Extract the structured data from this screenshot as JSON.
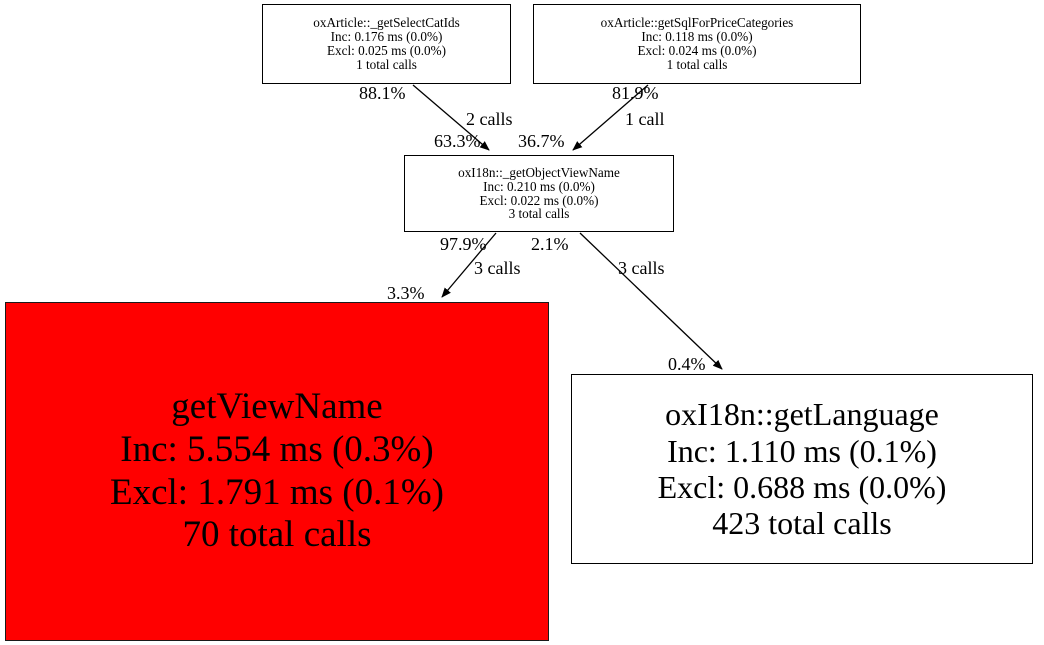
{
  "graph": {
    "type": "call-graph",
    "title": "profiler call graph",
    "background": "#ffffff",
    "highlight_color": "#ff0000",
    "node_border_color": "#000000",
    "edge_color": "#000000"
  },
  "nodes": {
    "getselectcatids": {
      "name": "oxArticle::_getSelectCatIds",
      "inclusive": "Inc: 0.176 ms (0.0%)",
      "exclusive": "Excl: 0.025 ms (0.0%)",
      "calls": "1 total calls",
      "fill": "#ffffff"
    },
    "getsqlforpricecategories": {
      "name": "oxArticle::getSqlForPriceCategories",
      "inclusive": "Inc: 0.118 ms (0.0%)",
      "exclusive": "Excl: 0.024 ms (0.0%)",
      "calls": "1 total calls",
      "fill": "#ffffff"
    },
    "getobjectviewname": {
      "name": "oxI18n::_getObjectViewName",
      "inclusive": "Inc: 0.210 ms (0.0%)",
      "exclusive": "Excl: 0.022 ms (0.0%)",
      "calls": "3 total calls",
      "fill": "#ffffff"
    },
    "getviewname": {
      "name": "getViewName",
      "inclusive": "Inc: 5.554 ms (0.3%)",
      "exclusive": "Excl: 1.791 ms (0.1%)",
      "calls": "70 total calls",
      "fill": "#ff0000"
    },
    "getlanguage": {
      "name": "oxI18n::getLanguage",
      "inclusive": "Inc: 1.110 ms (0.1%)",
      "exclusive": "Excl: 0.688 ms (0.0%)",
      "calls": "423 total calls",
      "fill": "#ffffff"
    }
  },
  "edge_labels": {
    "src_pct_left": "88.1%",
    "src_pct_right": "81.9%",
    "calls_left_top": "2 calls",
    "calls_right_top": "1 call",
    "dst_pct_left": "63.3%",
    "dst_pct_right": "36.7%",
    "mid_pct_left": "97.9%",
    "mid_pct_right": "2.1%",
    "calls_left_bottom": "3 calls",
    "calls_right_bottom": "3 calls",
    "dst_pct_red": "3.3%",
    "dst_pct_language": "0.4%"
  }
}
